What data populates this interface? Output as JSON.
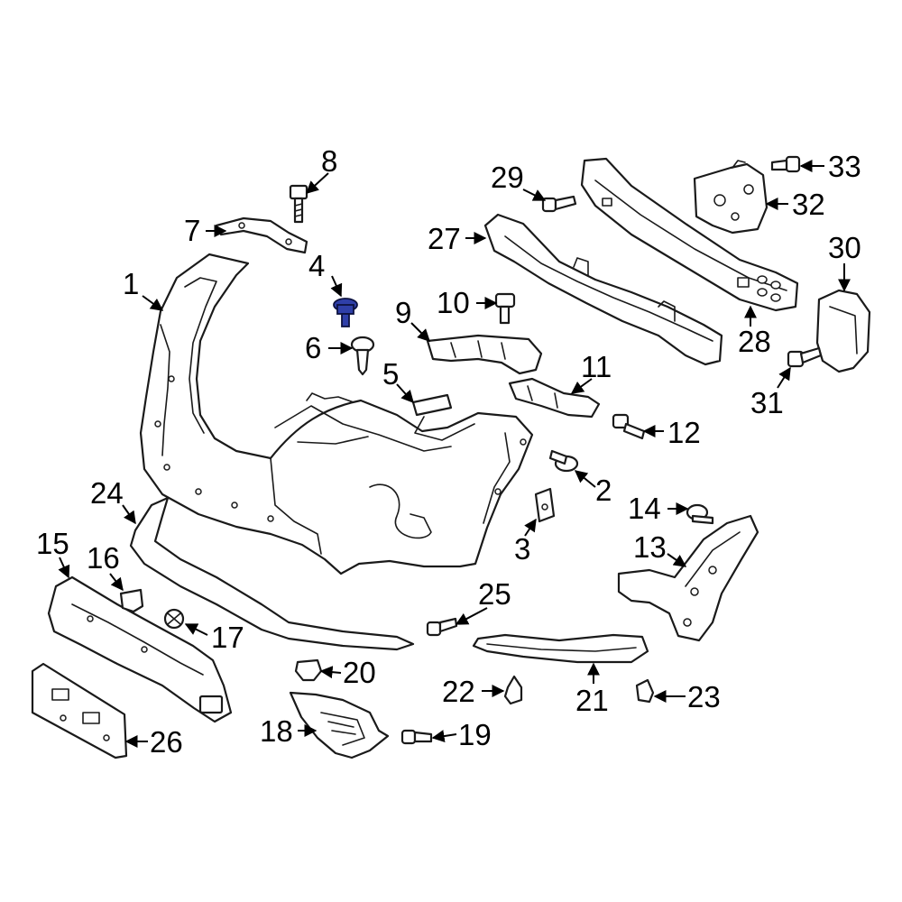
{
  "diagram": {
    "callouts": [
      {
        "id": "c1",
        "text": "1"
      },
      {
        "id": "c2",
        "text": "2"
      },
      {
        "id": "c3",
        "text": "3"
      },
      {
        "id": "c4",
        "text": "4"
      },
      {
        "id": "c5",
        "text": "5"
      },
      {
        "id": "c6",
        "text": "6"
      },
      {
        "id": "c7",
        "text": "7"
      },
      {
        "id": "c8",
        "text": "8"
      },
      {
        "id": "c9",
        "text": "9"
      },
      {
        "id": "c10",
        "text": "10"
      },
      {
        "id": "c11",
        "text": "11"
      },
      {
        "id": "c12",
        "text": "12"
      },
      {
        "id": "c13",
        "text": "13"
      },
      {
        "id": "c14",
        "text": "14"
      },
      {
        "id": "c15",
        "text": "15"
      },
      {
        "id": "c16",
        "text": "16"
      },
      {
        "id": "c17",
        "text": "17"
      },
      {
        "id": "c18",
        "text": "18"
      },
      {
        "id": "c19",
        "text": "19"
      },
      {
        "id": "c20",
        "text": "20"
      },
      {
        "id": "c21",
        "text": "21"
      },
      {
        "id": "c22",
        "text": "22"
      },
      {
        "id": "c23",
        "text": "23"
      },
      {
        "id": "c24",
        "text": "24"
      },
      {
        "id": "c25",
        "text": "25"
      },
      {
        "id": "c26",
        "text": "26"
      },
      {
        "id": "c27",
        "text": "27"
      },
      {
        "id": "c28",
        "text": "28"
      },
      {
        "id": "c29",
        "text": "29"
      },
      {
        "id": "c30",
        "text": "30"
      },
      {
        "id": "c31",
        "text": "31"
      },
      {
        "id": "c32",
        "text": "32"
      },
      {
        "id": "c33",
        "text": "33"
      }
    ],
    "highlight_color": "#2f3fa8",
    "highlighted_part": "4"
  }
}
